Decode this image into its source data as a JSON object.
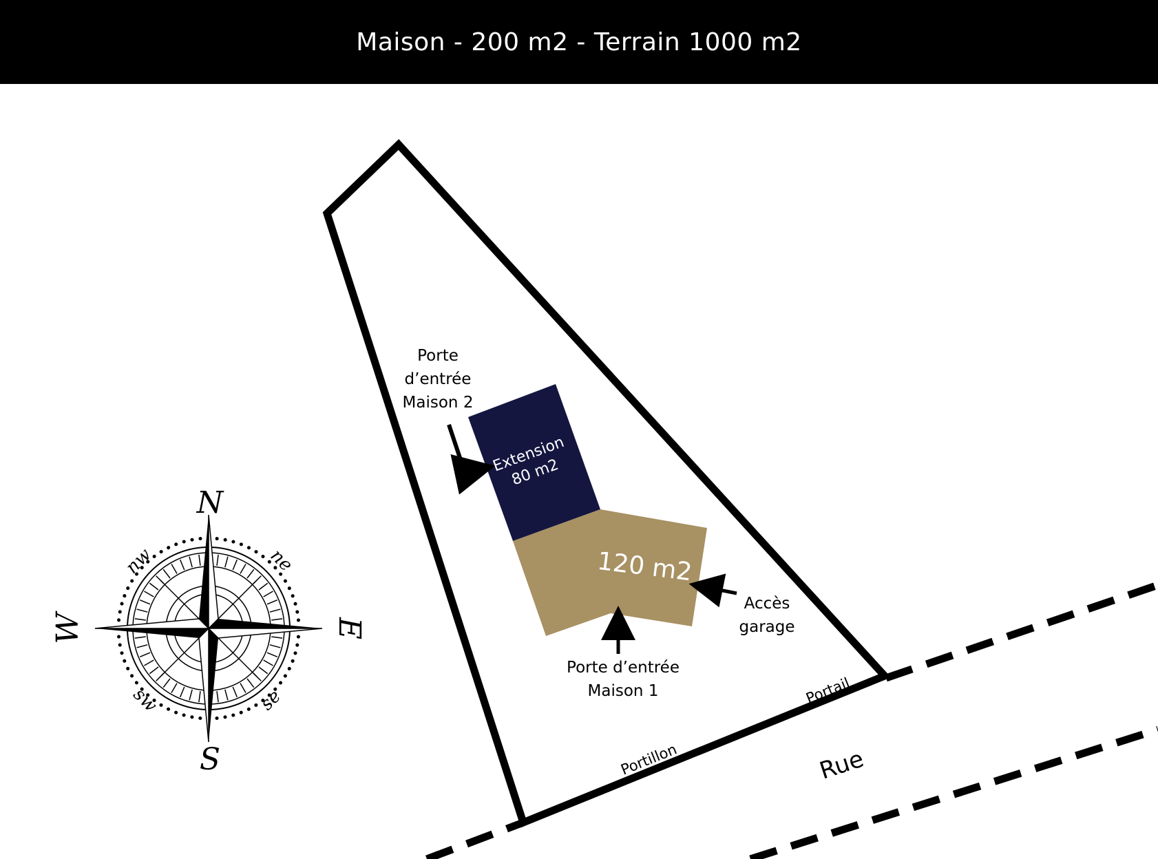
{
  "header": {
    "title": "Maison - 200 m2 - Terrain 1000 m2"
  },
  "plan": {
    "extension": {
      "line1": "Extension",
      "line2": "80 m2",
      "color": "#141640"
    },
    "house": {
      "label": "120 m2",
      "color": "#a89163"
    },
    "labels": {
      "porte_maison2": [
        "Porte",
        "d’entrée",
        "Maison 2"
      ],
      "porte_maison1": [
        "Porte d’entrée",
        "Maison 1"
      ],
      "acces_garage": [
        "Accès",
        "garage"
      ],
      "portail": "Portail",
      "portillon": "Portillon",
      "rue": "Rue"
    }
  },
  "compass": {
    "n": "N",
    "s": "S",
    "e": "E",
    "w": "W",
    "ne": "ne",
    "nw": "nw",
    "se": "se",
    "sw": "sw"
  }
}
